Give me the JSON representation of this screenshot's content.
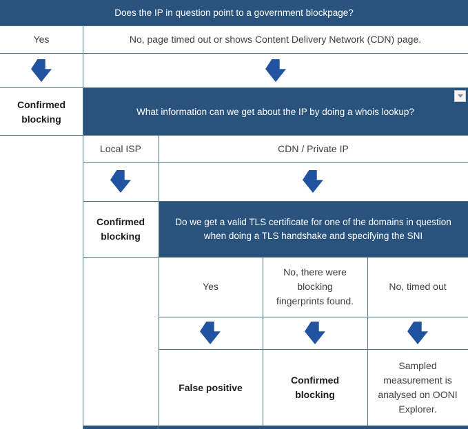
{
  "colors": {
    "header_bg": "#29527C",
    "header_text": "#FFFFFF",
    "arrow_blue": "#2253A1",
    "grid_line": "#4D767E",
    "body_text": "#3F3F3F"
  },
  "flowchart": {
    "step1": {
      "question": "Does the IP in question point to a government blockpage?",
      "answer_yes": "Yes",
      "answer_no": "No, page timed out or shows Content Delivery Network (CDN) page.",
      "outcome_yes": "Confirmed blocking"
    },
    "step2": {
      "question": "What information can we get about the IP by doing a whois lookup?",
      "answer_local_isp": "Local ISP",
      "answer_cdn": "CDN / Private IP",
      "outcome_local_isp": "Confirmed blocking"
    },
    "step3": {
      "question": "Do we get a valid TLS certificate for one of the domains in question when doing a TLS handshake and specifying the SNI",
      "answer_yes": "Yes",
      "answer_no_fingerprints": "No, there were blocking fingerprints found.",
      "answer_no_timed_out": "No, timed out",
      "outcome_yes": "False positive",
      "outcome_no_fingerprints": "Confirmed blocking",
      "outcome_no_timed_out": "Sampled measurement is analysed on OONI Explorer."
    }
  },
  "icons": {
    "dropdown": "dropdown-arrow-icon",
    "down_arrow": "down-arrow-icon"
  }
}
